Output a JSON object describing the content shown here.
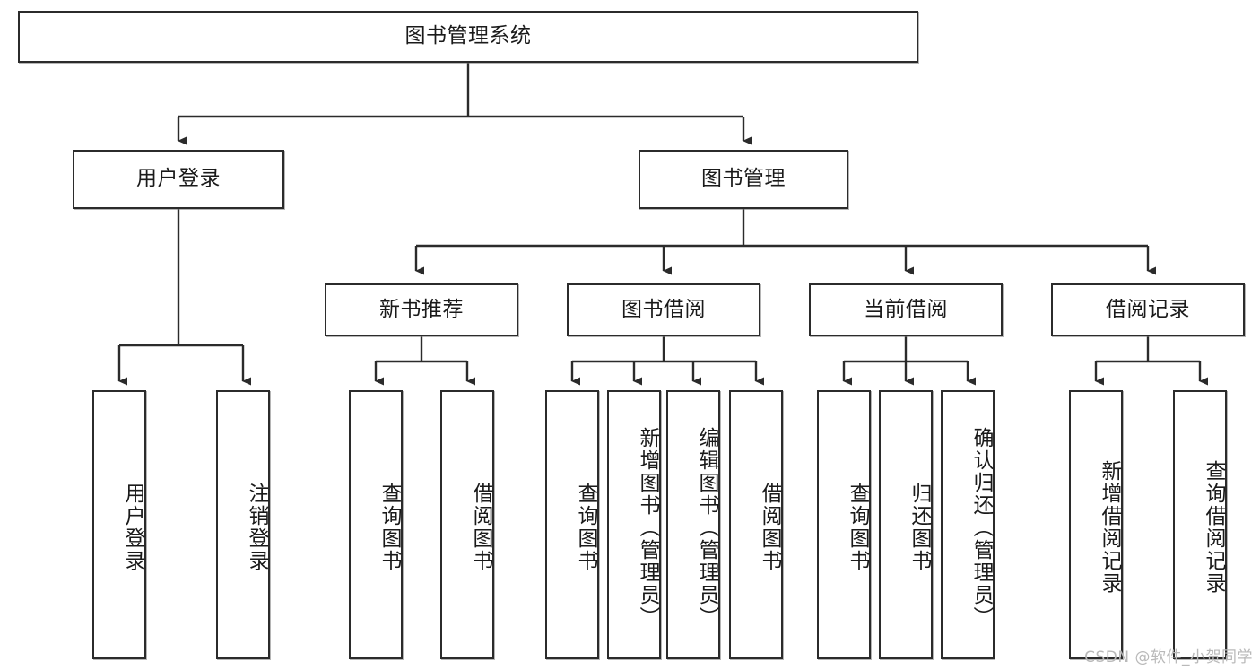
{
  "diagram": {
    "title": "图书管理系统",
    "type": "hierarchy-tree",
    "watermark": "CSDN @软件_小贺同学",
    "colors": {
      "stroke": "#2b2b2b",
      "fill": "#ffffff",
      "text": "#1a1a1a",
      "watermark": "#b9b9b9"
    },
    "root": {
      "label": "图书管理系统"
    },
    "level2": [
      {
        "label": "用户登录"
      },
      {
        "label": "图书管理"
      }
    ],
    "level3": [
      {
        "label": "新书推荐"
      },
      {
        "label": "图书借阅"
      },
      {
        "label": "当前借阅"
      },
      {
        "label": "借阅记录"
      }
    ],
    "leaves": {
      "user_login": [
        {
          "label": "用户登录"
        },
        {
          "label": "注销登录"
        }
      ],
      "new_book_recommend": [
        {
          "label": "查询图书"
        },
        {
          "label": "借阅图书"
        }
      ],
      "book_borrow": [
        {
          "label": "查询图书"
        },
        {
          "label": "新增图书（管理员）"
        },
        {
          "label": "编辑图书（管理员）"
        },
        {
          "label": "借阅图书"
        }
      ],
      "current_borrow": [
        {
          "label": "查询图书"
        },
        {
          "label": "归还图书"
        },
        {
          "label": "确认归还（管理员）"
        }
      ],
      "borrow_records": [
        {
          "label": "新增借阅记录"
        },
        {
          "label": "查询借阅记录"
        }
      ]
    }
  }
}
